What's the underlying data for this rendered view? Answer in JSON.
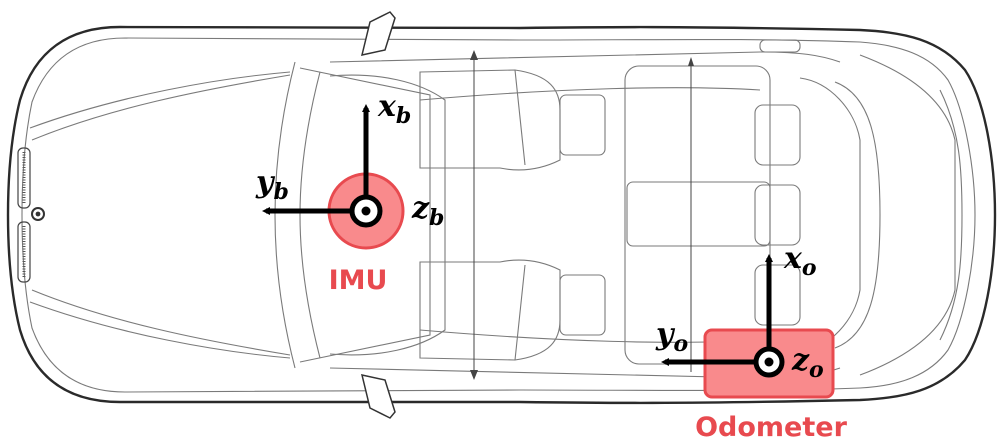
{
  "diagram": {
    "description": "Top view of a car showing IMU and odometer coordinate frames",
    "colors": {
      "sensor_fill": "#f98a8c",
      "sensor_stroke": "#e84a4f",
      "label_color": "#e84a4f",
      "axis_color": "#000000",
      "car_outline": "#2a2a2a",
      "car_detail": "#7a7a7a"
    },
    "imu": {
      "label": "IMU",
      "axes": {
        "x": {
          "symbol": "x",
          "sub": "b"
        },
        "y": {
          "symbol": "y",
          "sub": "b"
        },
        "z": {
          "symbol": "z",
          "sub": "b"
        }
      }
    },
    "odometer": {
      "label": "Odometer",
      "axes": {
        "x": {
          "symbol": "x",
          "sub": "o"
        },
        "y": {
          "symbol": "y",
          "sub": "o"
        },
        "z": {
          "symbol": "z",
          "sub": "o"
        }
      }
    }
  }
}
